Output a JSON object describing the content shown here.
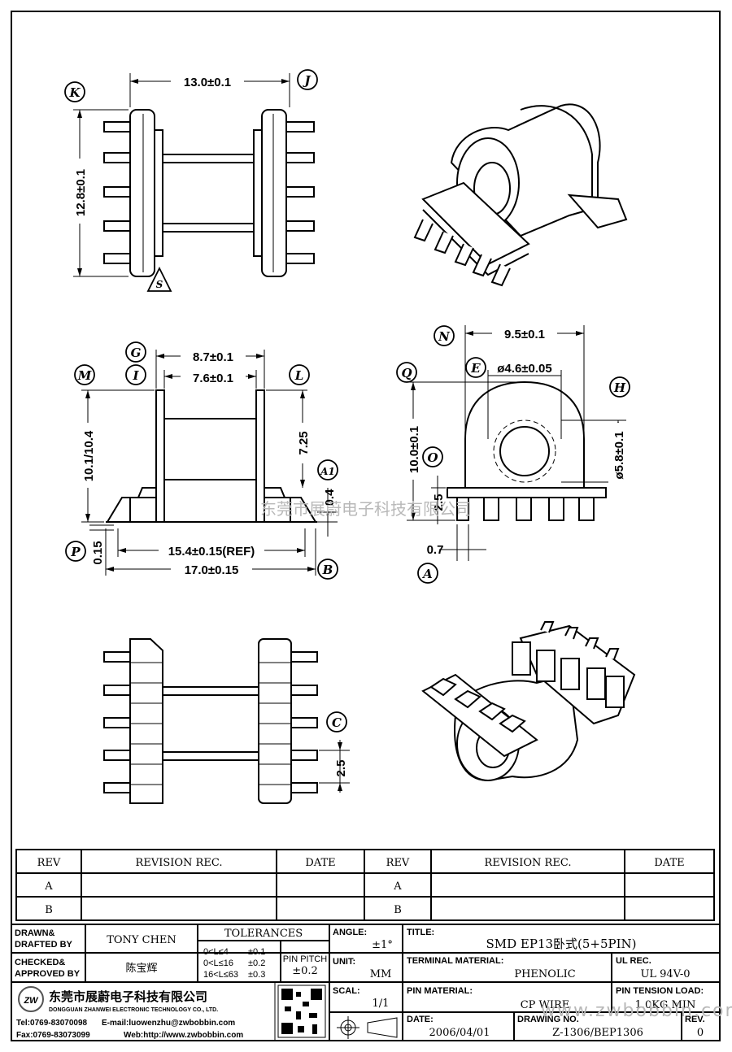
{
  "dimensions": {
    "top_width": "13.0±0.1",
    "top_height": "12.8±0.1",
    "front_width1": "8.7±0.1",
    "front_width2": "7.6±0.1",
    "front_height": "10.1/10.4",
    "front_inner_h": "7.25",
    "front_a1": "0.4",
    "front_p": "0.15",
    "front_ref": "15.4±0.15(REF)",
    "front_total": "17.0±0.15",
    "side_width": "9.5±0.1",
    "side_bore": "ø4.6±0.05",
    "side_height": "10.0±0.1",
    "side_o": "2.5",
    "side_pin": "0.7",
    "side_dia": "ø5.8±0.1",
    "bottom_pitch": "2.5"
  },
  "callouts": {
    "K": "K",
    "J": "J",
    "S": "S",
    "G": "G",
    "I": "I",
    "M": "M",
    "L": "L",
    "A1": "A1",
    "P": "P",
    "B": "B",
    "N": "N",
    "Q": "Q",
    "E": "E",
    "H": "H",
    "O": "O",
    "A": "A",
    "C": "C"
  },
  "watermark_center": "东莞市展蔚电子科技有限公司",
  "watermark_url": "www.zwbobbin.com",
  "revision_table": {
    "headers": [
      "REV",
      "REVISION REC.",
      "DATE",
      "REV",
      "REVISION REC.",
      "DATE"
    ],
    "rows": [
      [
        "A",
        "",
        "",
        "A",
        "",
        ""
      ],
      [
        "B",
        "",
        "",
        "B",
        "",
        ""
      ]
    ]
  },
  "title_block": {
    "drawn_label": "DRAWN&\nDRAFTED BY",
    "drawn_label_1": "DRAWN&",
    "drawn_label_2": "DRAFTED BY",
    "drawn_value": "TONY CHEN",
    "checked_label_1": "CHECKED&",
    "checked_label_2": "APPROVED BY",
    "checked_value": "陈宝辉",
    "tolerances_label": "TOLERANCES",
    "tol_rows": [
      [
        "0<L≤4",
        "±0.1"
      ],
      [
        "0<L≤16",
        "±0.2"
      ],
      [
        "16<L≤63",
        "±0.3"
      ]
    ],
    "pin_pitch_label": "PIN PITCH",
    "pin_pitch_value": "±0.2",
    "angle_label": "ANGLE:",
    "angle_value": "±1°",
    "unit_label": "UNIT:",
    "unit_value": "MM",
    "scale_label": "SCAL:",
    "scale_value": "1/1",
    "title_label": "TITLE:",
    "title_value": "SMD EP13卧式(5+5PIN)",
    "terminal_label": "TERMINAL MATERIAL:",
    "terminal_value": "PHENOLIC",
    "ul_label": "UL REC.",
    "ul_value": "UL 94V-0",
    "pin_material_label": "PIN MATERIAL:",
    "pin_material_value": "CP WIRE",
    "tension_label": "PIN TENSION LOAD:",
    "tension_value": "1.0KG MIN",
    "date_label": "DATE:",
    "date_value": "2006/04/01",
    "drawing_label": "DRAWING NO.",
    "drawing_value": "Z-1306/BEP1306",
    "rev_label": "REV.",
    "rev_value": "0",
    "company_cn": "东莞市展蔚电子科技有限公司",
    "company_en": "DONGGUAN ZHANWEI ELECTRONIC TECHNOLOGY CO., LTD.",
    "tel": "Tel:0769-83070098",
    "email": "E-mail:luowenzhu@zwbobbin.com",
    "fax": "Fax:0769-83073099",
    "web": "Web:http://www.zwbobbin.com",
    "logo_text": "ZW"
  }
}
